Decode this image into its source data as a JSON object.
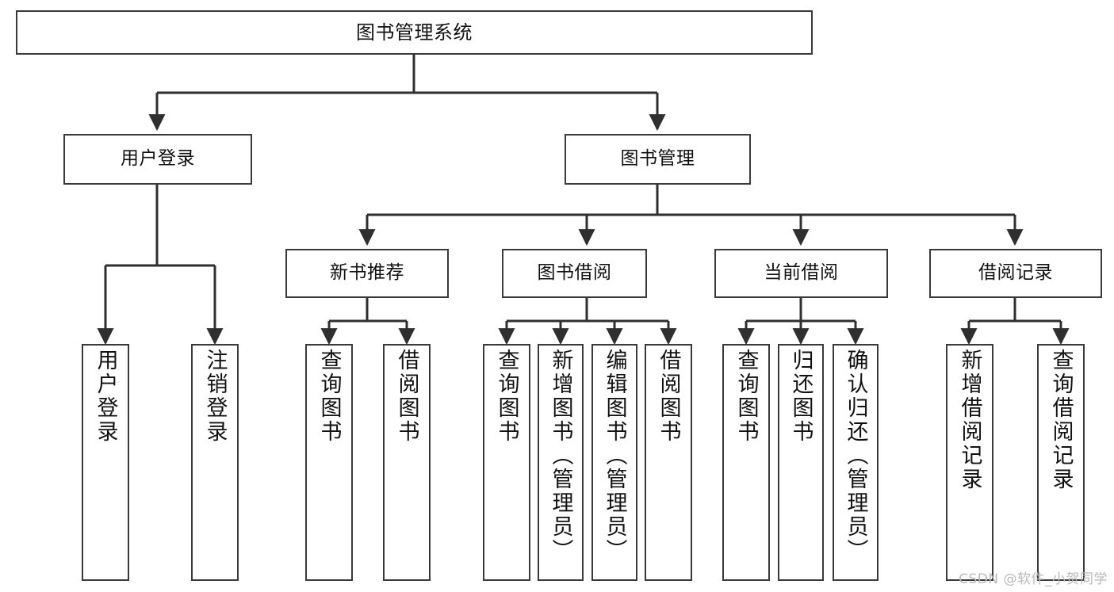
{
  "diagram": {
    "title": "图书管理系统",
    "type": "tree",
    "stroke_color": "#3a3a3a",
    "background_color": "#ffffff",
    "text_color": "#111111"
  },
  "nodes": {
    "root": {
      "label": "图书管理系统"
    },
    "login": {
      "label": "用户登录"
    },
    "book_mgmt": {
      "label": "图书管理"
    },
    "new_book_rec": {
      "label": "新书推荐"
    },
    "book_borrow": {
      "label": "图书借阅"
    },
    "current_borrow": {
      "label": "当前借阅"
    },
    "borrow_record": {
      "label": "借阅记录"
    },
    "leaf_login_1": {
      "label": "用户登录"
    },
    "leaf_login_2": {
      "label": "注销登录"
    },
    "leaf_rec_1": {
      "label": "查询图书"
    },
    "leaf_rec_2": {
      "label": "借阅图书"
    },
    "leaf_borrow_1": {
      "label": "查询图书"
    },
    "leaf_borrow_2": {
      "label": "新增图书（管理员）"
    },
    "leaf_borrow_3": {
      "label": "编辑图书（管理员）"
    },
    "leaf_borrow_4": {
      "label": "借阅图书"
    },
    "leaf_current_1": {
      "label": "查询图书"
    },
    "leaf_current_2": {
      "label": "归还图书"
    },
    "leaf_current_3": {
      "label": "确认归还（管理员）"
    },
    "leaf_record_1": {
      "label": "新增借阅记录"
    },
    "leaf_record_2": {
      "label": "查询借阅记录"
    }
  },
  "watermark": {
    "text": "CSDN @软件_小贺同学"
  }
}
